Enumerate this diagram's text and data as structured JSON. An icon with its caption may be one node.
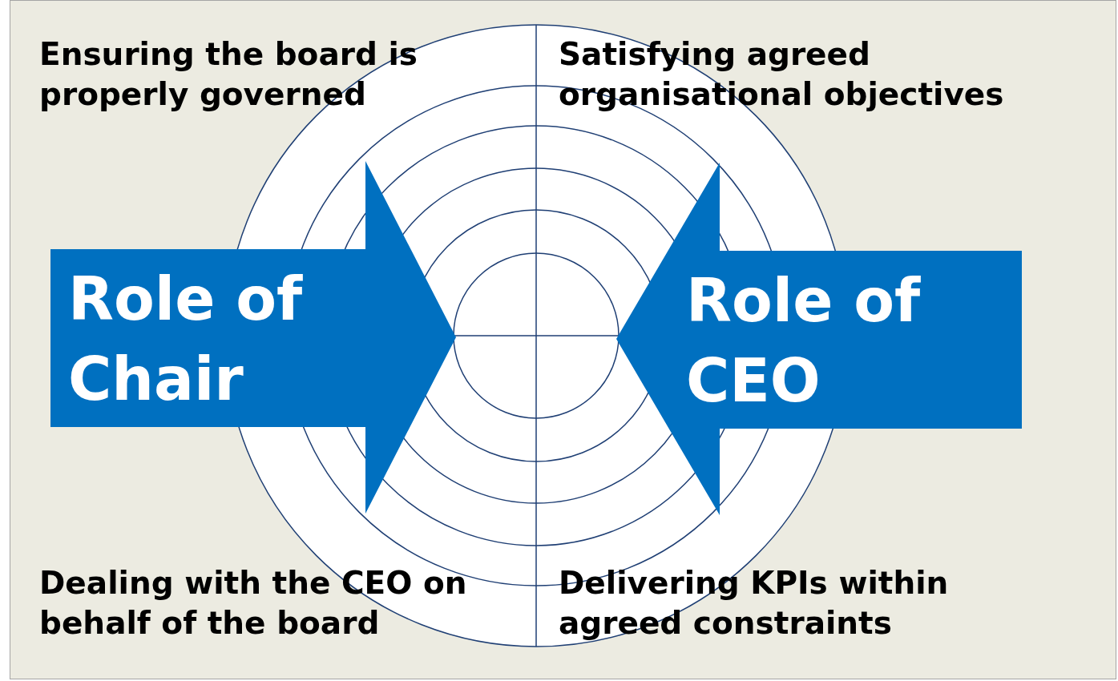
{
  "diagram": {
    "nodes": [
      {
        "text": [
          "Role of Chair"
        ]
      },
      {
        "text": [
          "Role of CEO"
        ]
      }
    ],
    "labels": [
      "Ensuring the board is properly governed",
      "Satisfying agreed organisational objectives",
      "Dealing with the CEO on behalf of the board",
      "Delivering KPIs within agreed constraints"
    ]
  }
}
